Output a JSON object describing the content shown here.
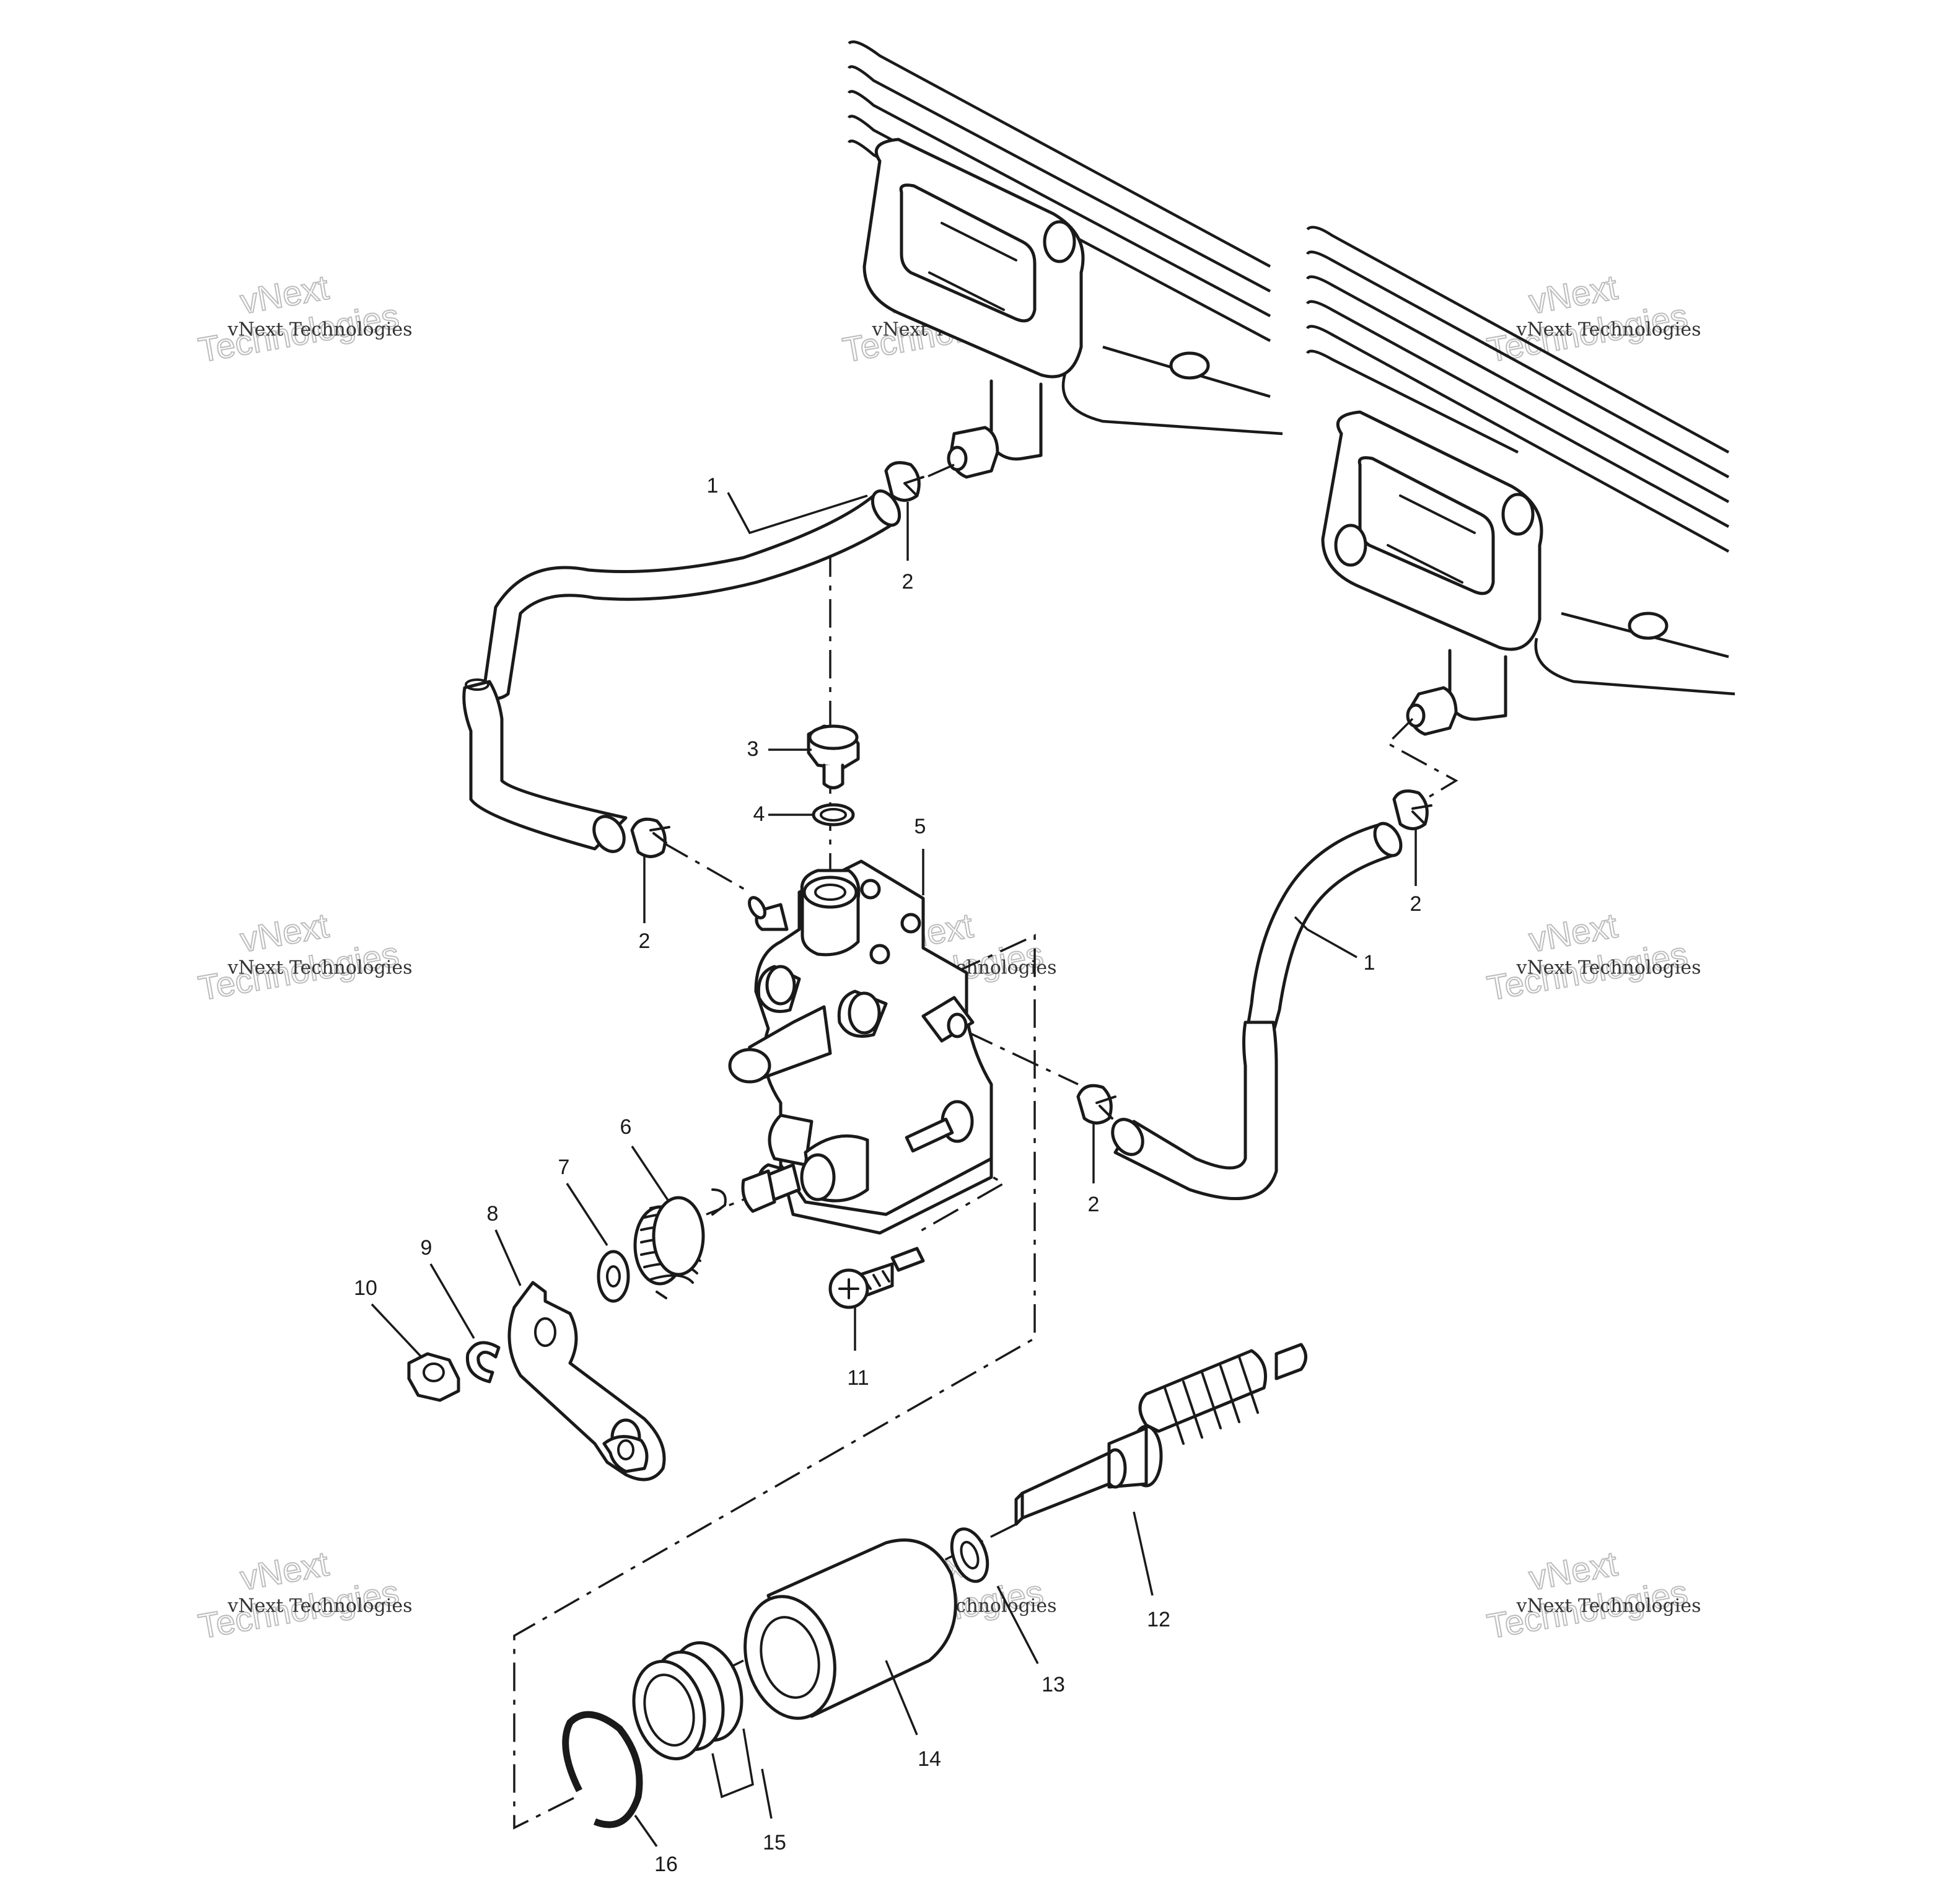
{
  "watermark": {
    "small": "vNext Technologies",
    "big_top": "vNext",
    "big_bottom": "Technologies"
  },
  "callouts": {
    "c1a": "1",
    "c1b": "1",
    "c2a": "2",
    "c2b": "2",
    "c2c": "2",
    "c2d": "2",
    "c3": "3",
    "c4": "4",
    "c5": "5",
    "c6": "6",
    "c7": "7",
    "c8": "8",
    "c9": "9",
    "c10": "10",
    "c11": "11",
    "c12": "12",
    "c13": "13",
    "c14": "14",
    "c15": "15",
    "c16": "16"
  }
}
